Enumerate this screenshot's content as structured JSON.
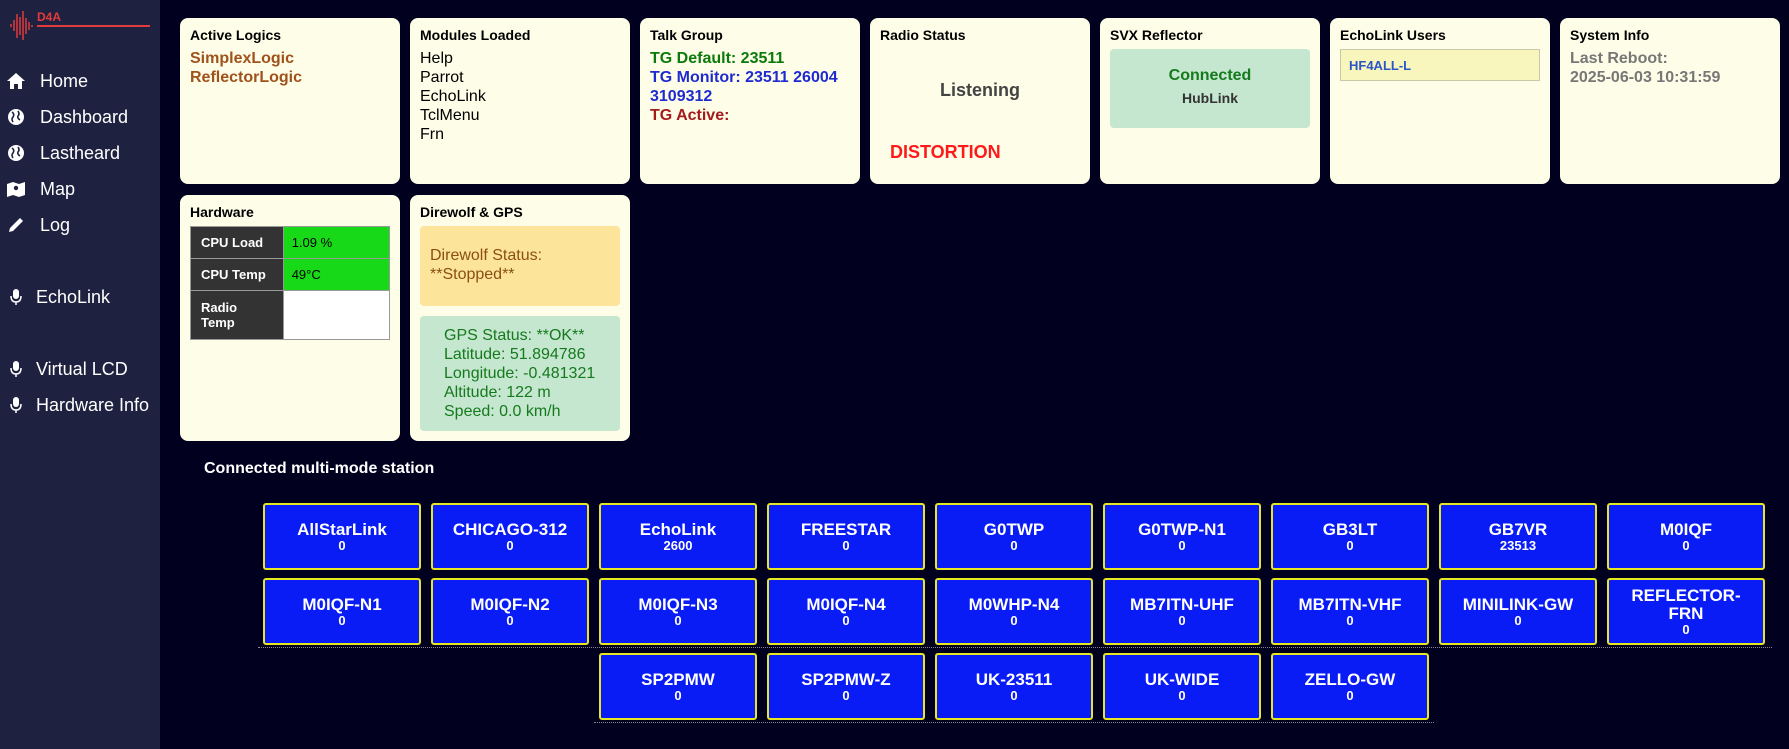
{
  "brand": "D4A",
  "nav": [
    {
      "label": "Home",
      "icon": "home-icon"
    },
    {
      "label": "Dashboard",
      "icon": "globe-icon"
    },
    {
      "label": "Lastheard",
      "icon": "globe-icon"
    },
    {
      "label": "Map",
      "icon": "map-icon"
    },
    {
      "label": "Log",
      "icon": "pencil-icon"
    },
    {
      "label": "EchoLink",
      "icon": "microphone-icon"
    },
    {
      "label": "Virtual LCD",
      "icon": "microphone-icon"
    },
    {
      "label": "Hardware Info",
      "icon": "microphone-icon"
    }
  ],
  "active_logics": {
    "title": "Active Logics",
    "items": [
      "SimplexLogic",
      "ReflectorLogic"
    ]
  },
  "modules": {
    "title": "Modules Loaded",
    "items": [
      "Help",
      "Parrot",
      "EchoLink",
      "TclMenu",
      "Frn"
    ]
  },
  "talk_group": {
    "title": "Talk Group",
    "default": "TG Default: 23511",
    "monitor": "TG Monitor: 23511 26004 3109312",
    "active": "TG Active:"
  },
  "radio_status": {
    "title": "Radio Status",
    "state": "Listening",
    "alert": "DISTORTION"
  },
  "svx": {
    "title": "SVX Reflector",
    "status": "Connected",
    "name": "HubLink"
  },
  "echolink_users": {
    "title": "EchoLink Users",
    "users": [
      "HF4ALL-L"
    ]
  },
  "system_info": {
    "title": "System Info",
    "label": "Last Reboot:",
    "value": "2025-06-03 10:31:59"
  },
  "hardware": {
    "title": "Hardware",
    "rows": [
      {
        "label": "CPU Load",
        "value": "1.09 %"
      },
      {
        "label": "CPU Temp",
        "value": "49°C"
      },
      {
        "label": "Radio Temp",
        "value": ""
      }
    ]
  },
  "direwolf": {
    "title": "Direwolf & GPS",
    "status_label": "Direwolf Status:",
    "status_value": "**Stopped**",
    "gps": [
      "GPS Status: **OK**",
      "Latitude: 51.894786",
      "Longitude: -0.481321",
      "Altitude: 122 m",
      "Speed: 0.0 km/h"
    ]
  },
  "stations_title": "Connected multi-mode station",
  "stations": [
    {
      "name": "AllStarLink",
      "count": "0"
    },
    {
      "name": "CHICAGO-312",
      "count": "0"
    },
    {
      "name": "EchoLink",
      "count": "2600"
    },
    {
      "name": "FREESTAR",
      "count": "0"
    },
    {
      "name": "G0TWP",
      "count": "0"
    },
    {
      "name": "G0TWP-N1",
      "count": "0"
    },
    {
      "name": "GB3LT",
      "count": "0"
    },
    {
      "name": "GB7VR",
      "count": "23513"
    },
    {
      "name": "M0IQF",
      "count": "0"
    },
    {
      "name": "M0IQF-N1",
      "count": "0"
    },
    {
      "name": "M0IQF-N2",
      "count": "0"
    },
    {
      "name": "M0IQF-N3",
      "count": "0"
    },
    {
      "name": "M0IQF-N4",
      "count": "0"
    },
    {
      "name": "M0WHP-N4",
      "count": "0"
    },
    {
      "name": "MB7ITN-UHF",
      "count": "0"
    },
    {
      "name": "MB7ITN-VHF",
      "count": "0"
    },
    {
      "name": "MINILINK-GW",
      "count": "0"
    },
    {
      "name": "REFLECTOR-FRN",
      "count": "0"
    },
    {
      "name": "SP2PMW",
      "count": "0"
    },
    {
      "name": "SP2PMW-Z",
      "count": "0"
    },
    {
      "name": "UK-23511",
      "count": "0"
    },
    {
      "name": "UK-WIDE",
      "count": "0"
    },
    {
      "name": "ZELLO-GW",
      "count": "0"
    }
  ],
  "colors": {
    "accent": "#e23b3b",
    "page_bg": "#01011f",
    "sidebar_bg": "#1f2140",
    "node_bg": "#0a1cf5",
    "node_border": "#e6e622"
  }
}
